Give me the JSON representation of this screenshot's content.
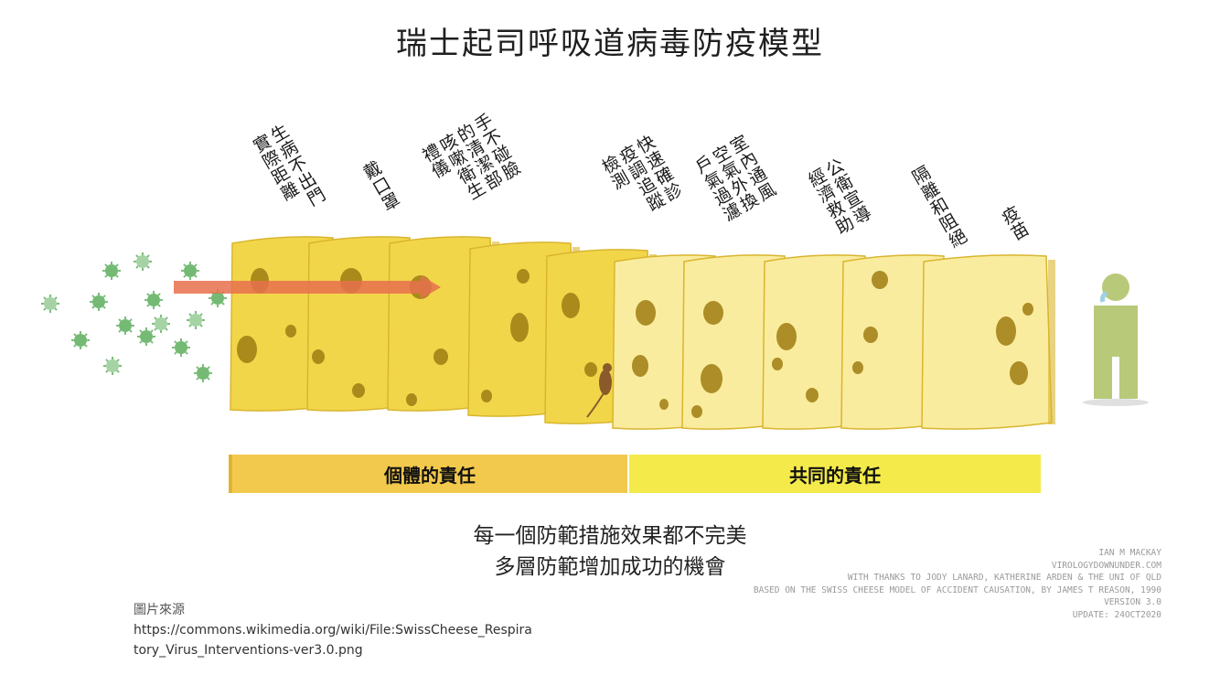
{
  "title": "瑞士起司呼吸道病毒防疫模型",
  "layers": [
    {
      "label": "生病不出門\n實際距離"
    },
    {
      "label": "戴口罩"
    },
    {
      "label": "手不碰臉\n的清潔部\n咳嗽衛生\n禮儀"
    },
    {
      "label": "快速確診\n疫調追蹤\n檢測"
    },
    {
      "label": "室內通風\n空氣外換\n戶氣過濾"
    },
    {
      "label": "公衛宣導\n經濟救助"
    },
    {
      "label": "隔離和阻絕"
    },
    {
      "label": "疫苗"
    }
  ],
  "bands": {
    "individual": "個體的責任",
    "shared": "共同的責任"
  },
  "summary": {
    "line1": "每一個防範措施效果都不完美",
    "line2": "多層防範增加成功的機會"
  },
  "source": {
    "label": "圖片來源",
    "url_line1": "https://commons.wikimedia.org/wiki/File:SwissCheese_Respira",
    "url_line2": "tory_Virus_Interventions-ver3.0.png"
  },
  "credits": {
    "author": "Ian M Mackay",
    "site": "virologydownunder.com",
    "thanks": "With thanks to Jody Lanard, Katherine Arden & the Uni of Qld",
    "based_on": "Based on the Swiss cheese model of accident causation, by James T Reason, 1990",
    "version": "Version 3.0",
    "update": "Update: 24Oct2020"
  },
  "colors": {
    "cheese_dark": "#f2d64a",
    "cheese_light": "#faec9e",
    "cheese_edge": "#d9b52e",
    "virus": "#5cae5c",
    "arrow": "#e8704e",
    "person": "#b8c97a",
    "band_individual": "#f2c94c",
    "band_shared": "#f4ea4a"
  }
}
